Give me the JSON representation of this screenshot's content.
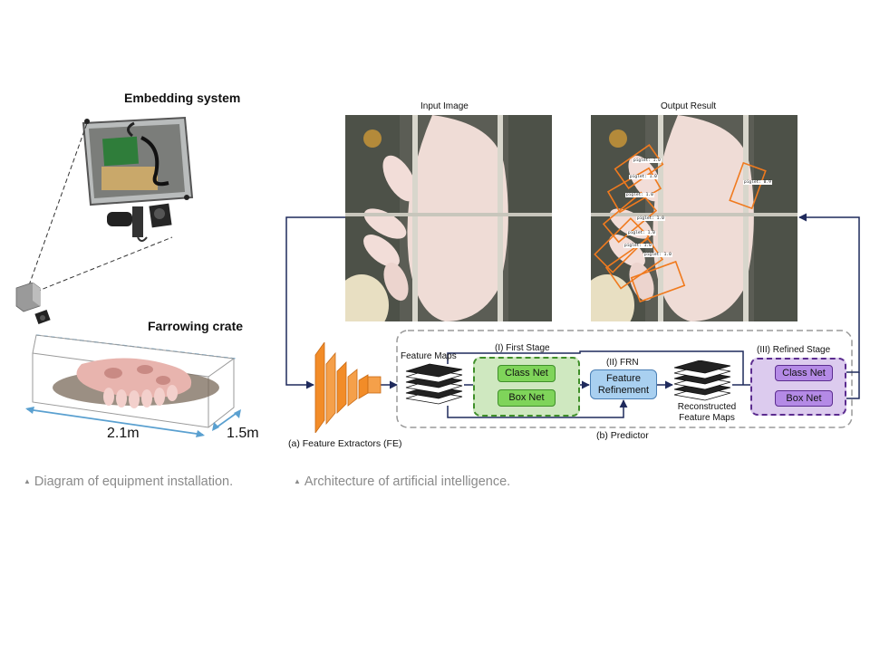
{
  "left_panel": {
    "embedding_title": "Embedding system",
    "crate_title": "Farrowing crate",
    "dim_length": "2.1m",
    "dim_width": "1.5m",
    "caption": "Diagram of equipment installation."
  },
  "right_panel": {
    "input_image_label": "Input Image",
    "output_result_label": "Output Result",
    "detection_labels": [
      "piglet: 1.0",
      "piglet: 1.0",
      "piglet: 1.0",
      "piglet: 1.0",
      "piglet: 1.0",
      "piglet: 1.0",
      "piglet: 1.0",
      "piglet: 0.9"
    ],
    "feature_extractor_label": "(a) Feature Extractors (FE)",
    "feature_maps_label": "Feature Maps",
    "first_stage_label": "(I) First Stage",
    "class_net_label": "Class Net",
    "box_net_label": "Box Net",
    "frn_label": "(II) FRN",
    "feature_refinement_label": "Feature Refinement",
    "reconstructed_label": "Reconstructed Feature Maps",
    "refined_stage_label": "(III) Refined Stage",
    "refined_class_net_label": "Class Net",
    "refined_box_net_label": "Box Net",
    "predictor_label": "(b) Predictor",
    "caption": "Architecture of artificial intelligence."
  },
  "colors": {
    "arrow": "#1f2a5c",
    "green_stage": "#cfe8c0",
    "purple_stage": "#dccbee",
    "fe_orange": "#f28c28",
    "dim_blue": "#5aa0d0"
  }
}
